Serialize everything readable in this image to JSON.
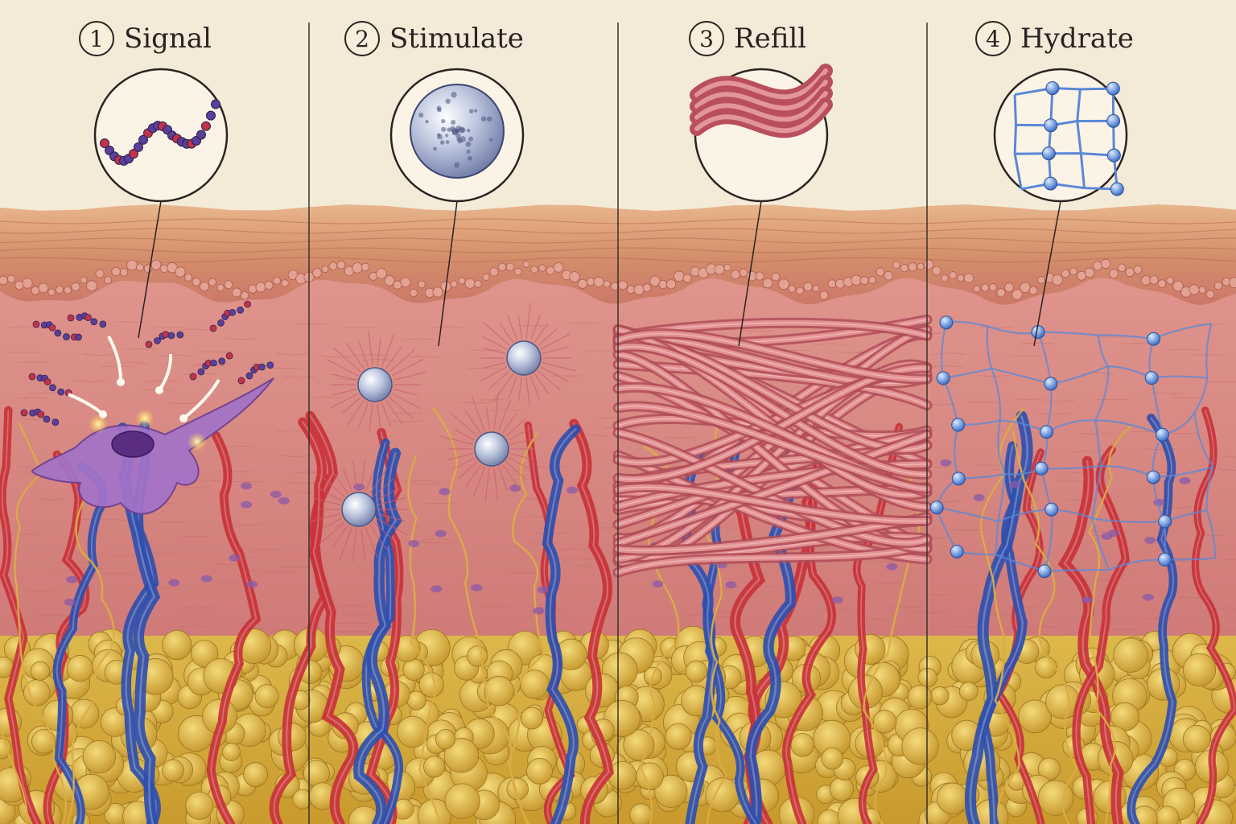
{
  "panels": [
    {
      "number": "1",
      "label": "Signal"
    },
    {
      "number": "2",
      "label": "Stimulate"
    },
    {
      "number": "3",
      "label": "Refill"
    },
    {
      "number": "4",
      "label": "Hydrate"
    }
  ],
  "colors": {
    "background": "#f4ead8",
    "epidermis": "#c9726a",
    "dermis": "#d98882",
    "fat": "#d4ad3a",
    "artery": "#c8323a",
    "vein": "#2f4fae",
    "nerve": "#d8a83a",
    "cell": "#8a5aa8",
    "hydration": "#5a88d8"
  }
}
